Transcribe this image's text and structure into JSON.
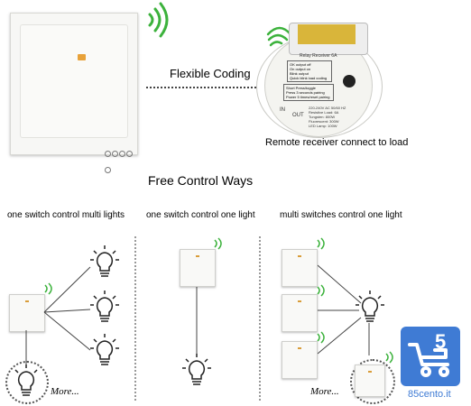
{
  "header": {
    "coding_label": "Flexible Coding",
    "receiver_caption": "Remote receiver connect to load"
  },
  "receiver": {
    "name": "Relay Receiver 6A",
    "notes": [
      "OK output off",
      "On output on",
      "Blink output",
      "Quick blink load coding"
    ],
    "reset": [
      "Short Press/toggle",
      "Press 3 seconds pairing",
      "Power 5 times/reset pairing"
    ],
    "specs": [
      "220-240V AC 50/60 HZ",
      "Resistive Load: 6A",
      "Tungsten: 800W",
      "Fluorescent: 300W",
      "LED Lamp: 100W"
    ],
    "out_label": "OUT",
    "in_label": "IN"
  },
  "section": {
    "title": "Free Control Ways"
  },
  "columns": [
    {
      "label": "one switch control multi lights",
      "more": "More..."
    },
    {
      "label": "one switch control one light"
    },
    {
      "label": "multi switches control one light",
      "more": "More..."
    }
  ],
  "logo": {
    "glyph": "5",
    "text": "85cento.it",
    "color": "#3f7bd4"
  }
}
